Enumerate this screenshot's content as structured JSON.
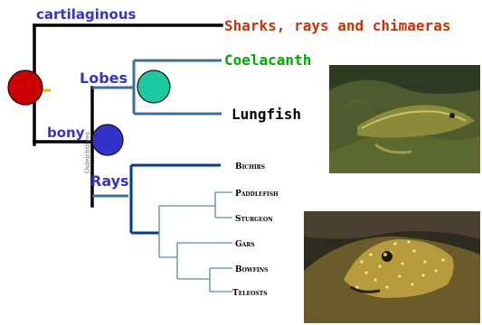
{
  "labels": {
    "cartilaginous": "cartilaginous",
    "bony": "bony",
    "lobes": "Lobes",
    "rays": "Rays",
    "osteichthyes": "Osteichthyes"
  },
  "taxa": {
    "sharks": "Sharks, rays and chimaeras",
    "coelacanth": "Coelacanth",
    "lungfish": "Lungfish",
    "bichirs": "Bichirs",
    "paddlefish": "Paddlefish",
    "sturgeon": "Sturgeon",
    "gars": "Gars",
    "bowfins": "Bowfins",
    "teleosts": "Teleosts"
  },
  "photos": {
    "lungfish_photo": "lungfish photograph",
    "teleost_photo": "moray eel photograph"
  },
  "colors": {
    "root_node": "#cc0000",
    "lobe_node": "#19c9a0",
    "bony_node": "#3333cc",
    "label_blue": "#3333cc",
    "sharks_text": "#cc3300",
    "coelacanth_text": "#00aa00",
    "branch_black": "#000000",
    "branch_steel": "#3a6f9c",
    "branch_navy": "#003b8c",
    "branch_thin": "#5d86b0"
  }
}
